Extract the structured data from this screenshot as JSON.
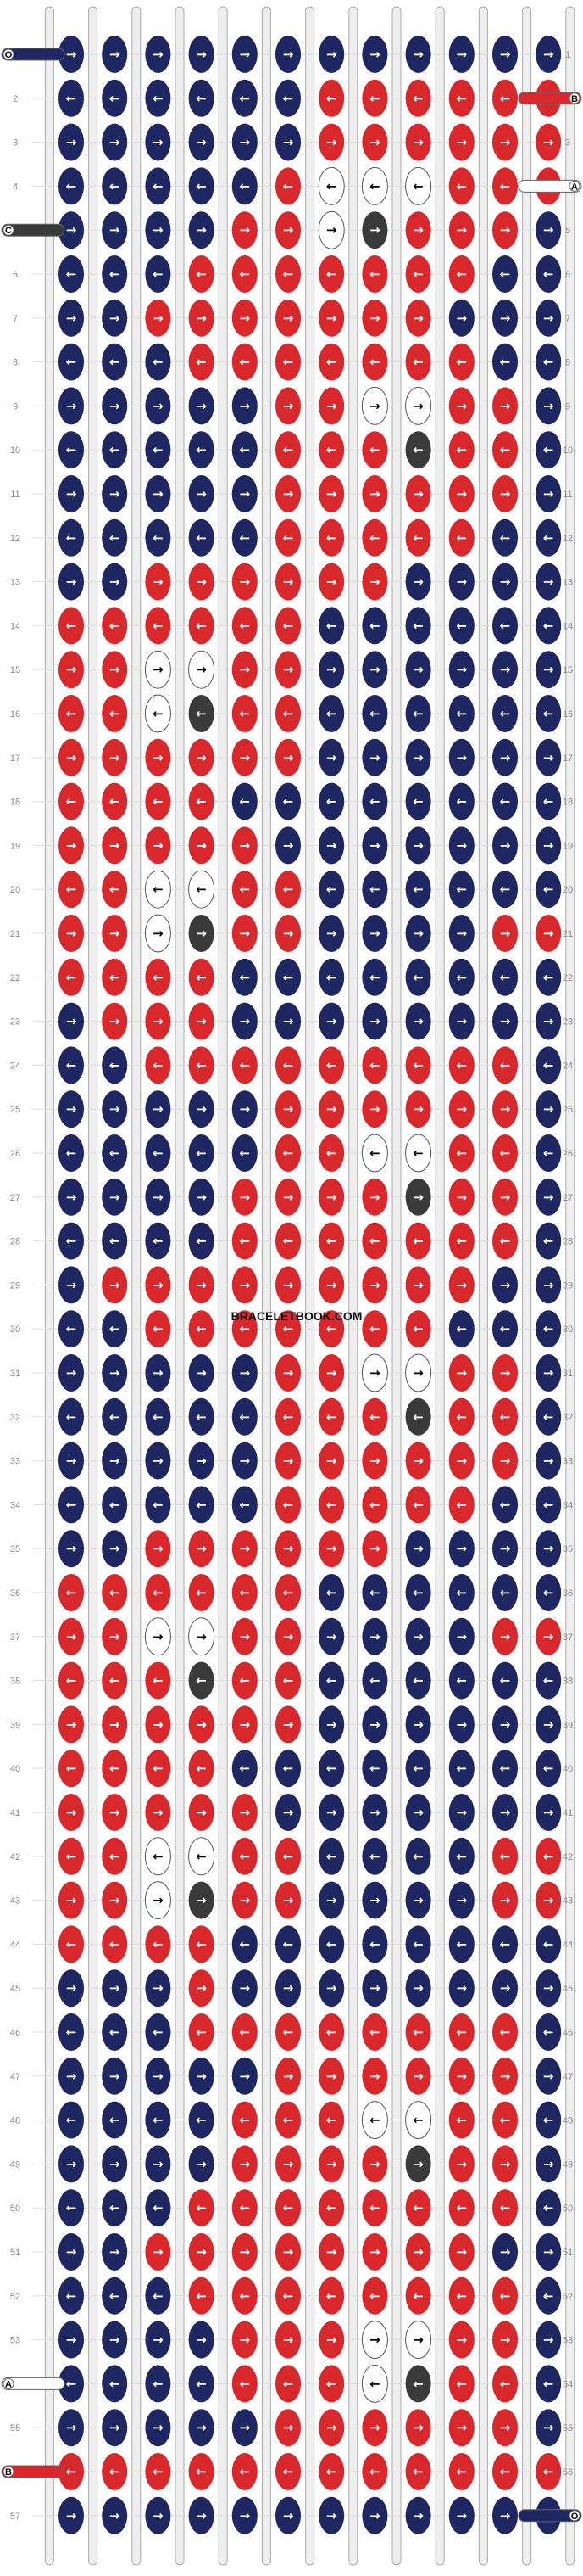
{
  "watermark": "BRACELETBOOK.COM",
  "rows": 57,
  "strings": 12,
  "colors": {
    "O": "#1e2761",
    "B": "#d8282b",
    "A": "#ffffff",
    "C": "#3a3a3a",
    "peg": "#eeeeee",
    "peg_border": "#aaaaaa",
    "line_label": "#888888"
  },
  "left_labels": [
    {
      "row": 1,
      "label": "O"
    },
    {
      "row": 5,
      "label": "C"
    },
    {
      "row": 54,
      "label": "A"
    },
    {
      "row": 56,
      "label": "B"
    }
  ],
  "right_labels": [
    {
      "row": 2,
      "label": "B"
    },
    {
      "row": 4,
      "label": "A"
    },
    {
      "row": 57,
      "label": "O"
    }
  ],
  "pattern_rows": [
    "OOOOOOOOOOOO",
    "OOOOOOBBBBBB",
    "OOOOOOBBBBBB",
    "OOOOOBAAABBB",
    "OOOOBBACBBBO",
    "OOOBBBBBBBOO",
    "OOBBBBBBBOOO",
    "OOOBBBBBBBOO",
    "OOOOOBBAABBO",
    "OOOOOBBBCBBO",
    "OOOOOBBBBBBO",
    "OOOOOBBBBBOO",
    "OOBBBBBBOOOO",
    "BBBBBBOOOOOO",
    "BBAABBOOOOOO",
    "BBACBBOOOOOO",
    "BBBBBBOOOOOO",
    "BBBBOOOOOOOO",
    "BBBBBOOOOOOO",
    "BBAABBOOOOOO",
    "BBACBBOOOOBB",
    "BBBBOOOOOOOO",
    "OBBBOOOOOOOO",
    "OOBBBBBBBBBO",
    "OOOOOBBBBBBO",
    "OOOOOBBAABBO",
    "OOOOBBBBCBBO",
    "OOOOBBBBBBBO",
    "OBBBBBBBBBOO",
    "OOBBBBBBBOOO",
    "OOOOOBBAABBO",
    "OOOOOBBBCBBO",
    "OOOOOBBBBBBO",
    "OOOOOBBBBBOO",
    "OOBBBBBBOOOO",
    "BBBBBBOOOOOO",
    "BBAABBOOOOBB",
    "BBBCBBOOOOOO",
    "BBBBBBOOOOOO",
    "BBBBOOOOOOOO",
    "BBBBBOOOOOOO",
    "BBAABBOOOOBB",
    "BBACBBOOOOBB",
    "BBBBOOOOOOOO",
    "OOOBOOOOOOOO",
    "OOOBBBBBBBBO",
    "OOOOOBBBBBBO",
    "OOOOBBBAABBO",
    "OOOOBBBBCBBO",
    "OOOBBBBBBBBO",
    "OOBBBBBBBBOO",
    "OOOBBBBBBBBO",
    "OOOOBBBAABBO",
    "OOOOBBBACBBO",
    "OOOOOBBBBBBO",
    "BBBBBBBBBBBB",
    "OOOOOOOOOOOO"
  ],
  "arrow_rows": [
    "RRRRRRRRRRRR",
    "LLLLLLLLLLLL",
    "RRRRRRRRRRRR",
    "LLLLLLLLLLLL",
    "RRRRRRRRRRRR",
    "LLLLLLLLLLLL",
    "RRRRRRRRRRRR",
    "LLLLLLLLLLLL",
    "RRRRRRRRRRRR",
    "LLLLLLLLLLLL",
    "RRRRRRRRRRRR",
    "LLLLLLLLLLLL",
    "RRRRRRRRRRRR",
    "LLLLLLLLLLLL",
    "RRRRRRRRRRRR",
    "LLLLLLLLLLLL",
    "RRRRRRRRRRRR",
    "LLLLLLLLLLLL",
    "RRRRRRRRRRRR",
    "LLLLLLLLLLLL",
    "RRRRRRRRRRRR",
    "LLLLLLLLLLLL",
    "RRRRRRRRRRRR",
    "LLLLLLLLLLLL",
    "RRRRRRRRRRRR",
    "LLLLLLLLLLLL",
    "RRRRRRRRRRRR",
    "LLLLLLLLLLLL",
    "RRRRRRRRRRRR",
    "LLLLLLLLLLLL",
    "RRRRRRRRRRRR",
    "LLLLLLLLLLLL",
    "RRRRRRRRRRRR",
    "LLLLLLLLLLLL",
    "RRRRRRRRRRRR",
    "LLLLLLLLLLLL",
    "RRRRRRRRRRRR",
    "LLLLLLLLLLLL",
    "RRRRRRRRRRRR",
    "LLLLLLLLLLLL",
    "RRRRRRRRRRRR",
    "LLLLLLLLLLLL",
    "RRRRRRRRRRRR",
    "LLLLLLLLLLLL",
    "RRRRRRRRRRRR",
    "LLLLLLLLLLLL",
    "RRRRRRRRRRRR",
    "LLLLLLLLLLLL",
    "RRRRRRRRRRRR",
    "LLLLLLLLLLLL",
    "RRRRRRRRRRRR",
    "LLLLLLLLLLLL",
    "RRRRRRRRRRRR",
    "LLLLLLLLLLLL",
    "RRRRRRRRRRRR",
    "LLLLLLLLLLLL",
    "RRRRRRRRRRRR"
  ]
}
